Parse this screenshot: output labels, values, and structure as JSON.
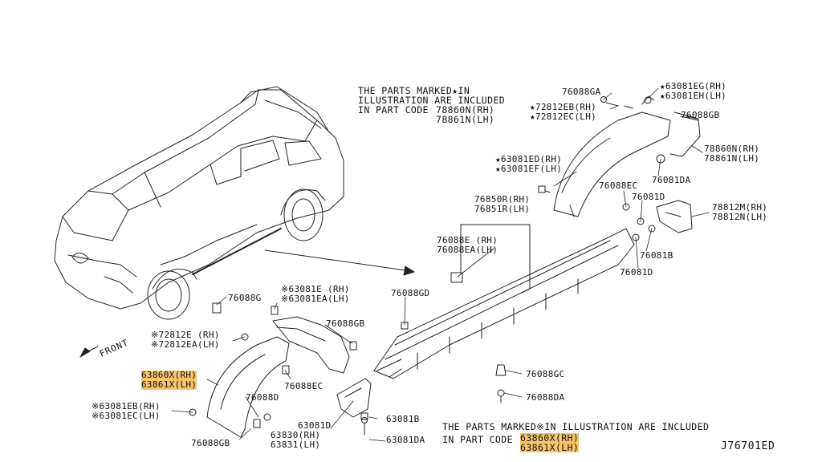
{
  "diagram_code": "J76701ED",
  "note_top": {
    "line1": "THE PARTS MARKED★IN",
    "line2": "ILLUSTRATION ARE INCLUDED",
    "line3a": "IN PART CODE ",
    "line3b": "78860N(RH)",
    "line4": "78861N(LH)"
  },
  "note_bottom": {
    "line1": "THE PARTS MARKED※IN ILLUSTRATION ARE INCLUDED",
    "line2": "IN PART CODE ",
    "part_rh": "63860X(RH)",
    "part_lh": "63861X(LH)"
  },
  "front_label": "FRONT",
  "labels": {
    "p76088GA": "76088GA",
    "p63081EG": "★63081EG(RH)",
    "p63081EH": "★63081EH(LH)",
    "p72812EB": "★72812EB(RH)",
    "p72812EC": "★72812EC(LH)",
    "p76088GB_top": "76088GB",
    "p78860N": "78860N(RH)",
    "p78861N": "78861N(LH)",
    "p63081ED": "★63081ED(RH)",
    "p63081EF": "★63081EF(LH)",
    "p76081DA_top": "76081DA",
    "p76088EC_top": "76088EC",
    "p76081D_top": "76081D",
    "p78812M": "78812M(RH)",
    "p78812N": "78812N(LH)",
    "p76850R": "76850R(RH)",
    "p76851R": "76851R(LH)",
    "p76088E": "76088E (RH)",
    "p76088EA": "76088EA(LH)",
    "p76081B": "76081B",
    "p76081D_mid": "76081D",
    "p76088G": "76088G",
    "p63081E": "※63081E (RH)",
    "p63081EA": "※63081EA(LH)",
    "p76088GD": "76088GD",
    "p72812E": "※72812E (RH)",
    "p72812EA": "※72812EA(LH)",
    "p76088GB_mid": "76088GB",
    "p63860X": "63860X(RH)",
    "p63861X": "63861X(LH)",
    "p76088EC_bot": "76088EC",
    "p76088GC": "76088GC",
    "p76088D": "76088D",
    "p63081EB": "※63081EB(RH)",
    "p63081EC": "※63081EC(LH)",
    "p63081D": "63081D",
    "p63830": "63830(RH)",
    "p63831": "63831(LH)",
    "p63081B": "63081B",
    "p76088DA": "76088DA",
    "p76088GB_bot": "76088GB",
    "p63081DA": "63081DA"
  },
  "colors": {
    "highlight": "#f7c46c",
    "ink": "#111111"
  }
}
